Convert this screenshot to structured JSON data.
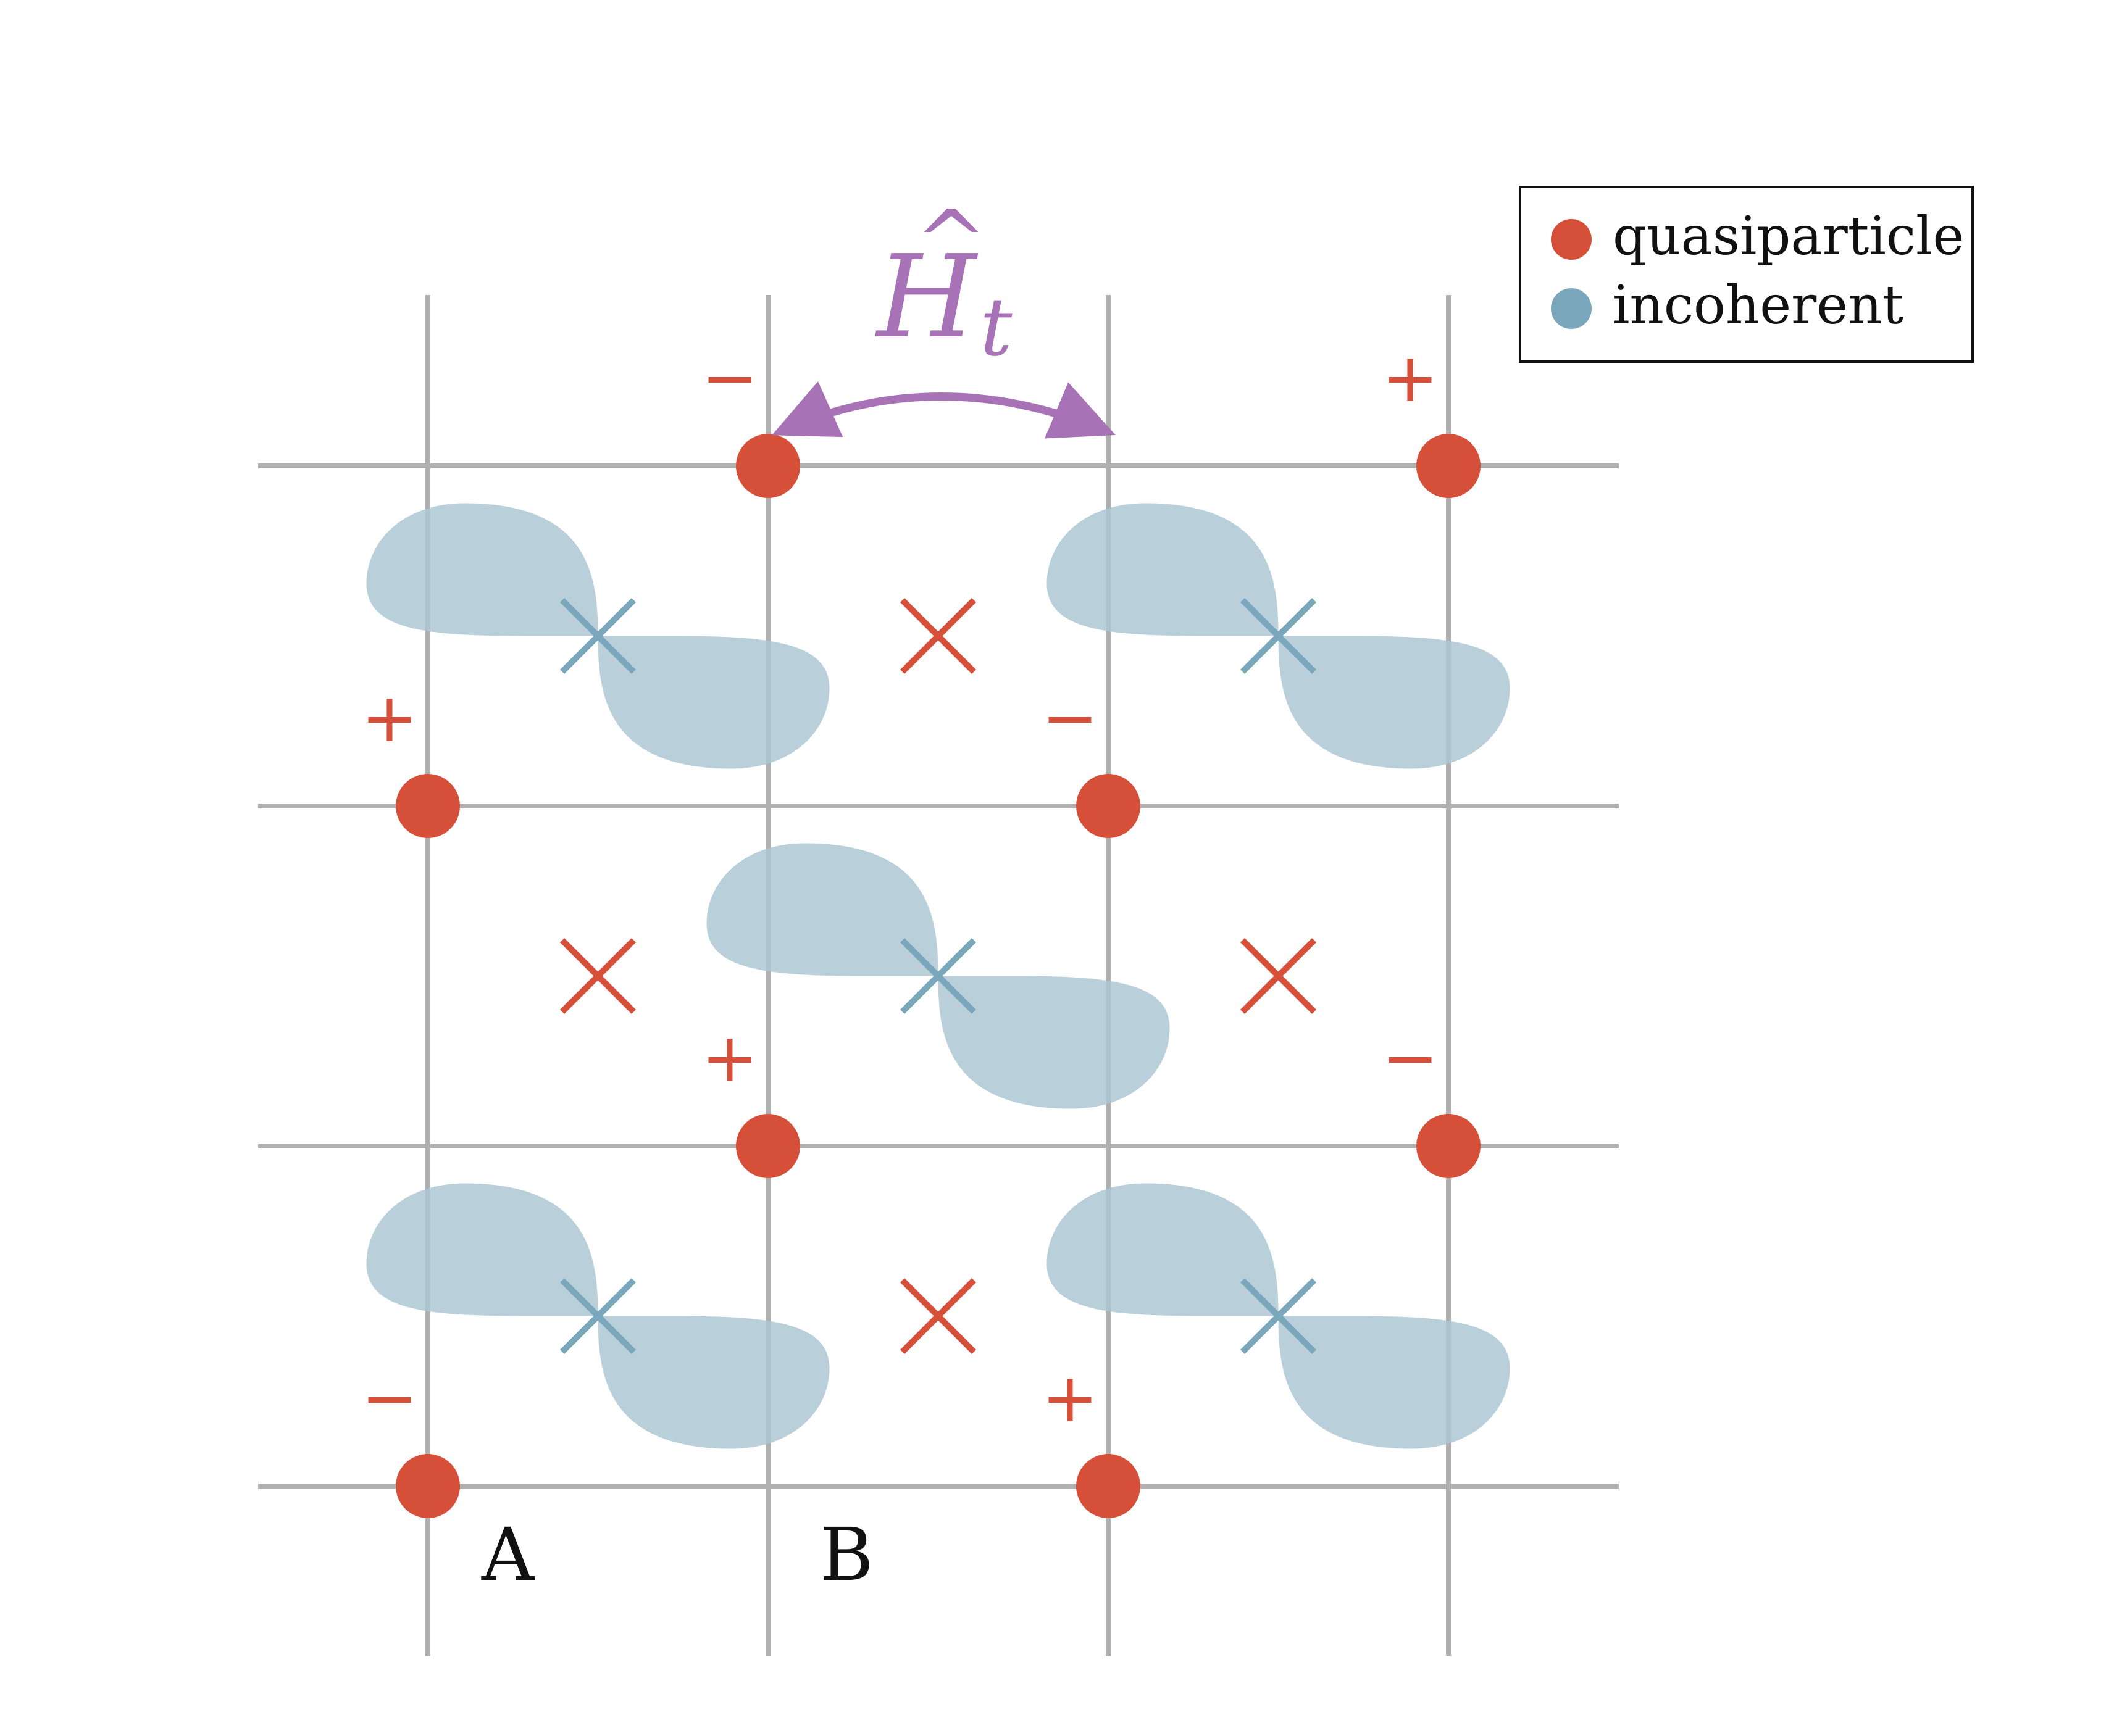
{
  "colors": {
    "quasiparticle": "#d64f38",
    "incoherent": "#7ba7bc",
    "lobe_fill": "#adc8d5",
    "grid": "#b0b0b0",
    "hopping": "#a772b6",
    "text": "#111111"
  },
  "grid": {
    "columns": 4,
    "rows": 4
  },
  "legend": {
    "items": [
      {
        "label": "quasiparticle",
        "color_key": "quasiparticle"
      },
      {
        "label": "incoherent",
        "color_key": "incoherent"
      }
    ]
  },
  "hopping": {
    "label_base": "H",
    "label_hat": "^",
    "label_subscript": "t"
  },
  "sublattice_labels": [
    "A",
    "B"
  ],
  "sites": [
    {
      "col": 1,
      "row": 0,
      "sign": "−"
    },
    {
      "col": 3,
      "row": 0,
      "sign": "+"
    },
    {
      "col": 0,
      "row": 1,
      "sign": "+"
    },
    {
      "col": 2,
      "row": 1,
      "sign": "−"
    },
    {
      "col": 1,
      "row": 2,
      "sign": "+"
    },
    {
      "col": 3,
      "row": 2,
      "sign": "−"
    },
    {
      "col": 0,
      "row": 3,
      "sign": "−"
    },
    {
      "col": 2,
      "row": 3,
      "sign": "+"
    }
  ],
  "plaquettes": [
    {
      "col": 0,
      "row": 0,
      "kind": "incoherent"
    },
    {
      "col": 1,
      "row": 0,
      "kind": "quasiparticle"
    },
    {
      "col": 2,
      "row": 0,
      "kind": "incoherent"
    },
    {
      "col": 0,
      "row": 1,
      "kind": "quasiparticle"
    },
    {
      "col": 1,
      "row": 1,
      "kind": "incoherent"
    },
    {
      "col": 2,
      "row": 1,
      "kind": "quasiparticle"
    },
    {
      "col": 0,
      "row": 2,
      "kind": "incoherent"
    },
    {
      "col": 1,
      "row": 2,
      "kind": "quasiparticle"
    },
    {
      "col": 2,
      "row": 2,
      "kind": "incoherent"
    }
  ]
}
